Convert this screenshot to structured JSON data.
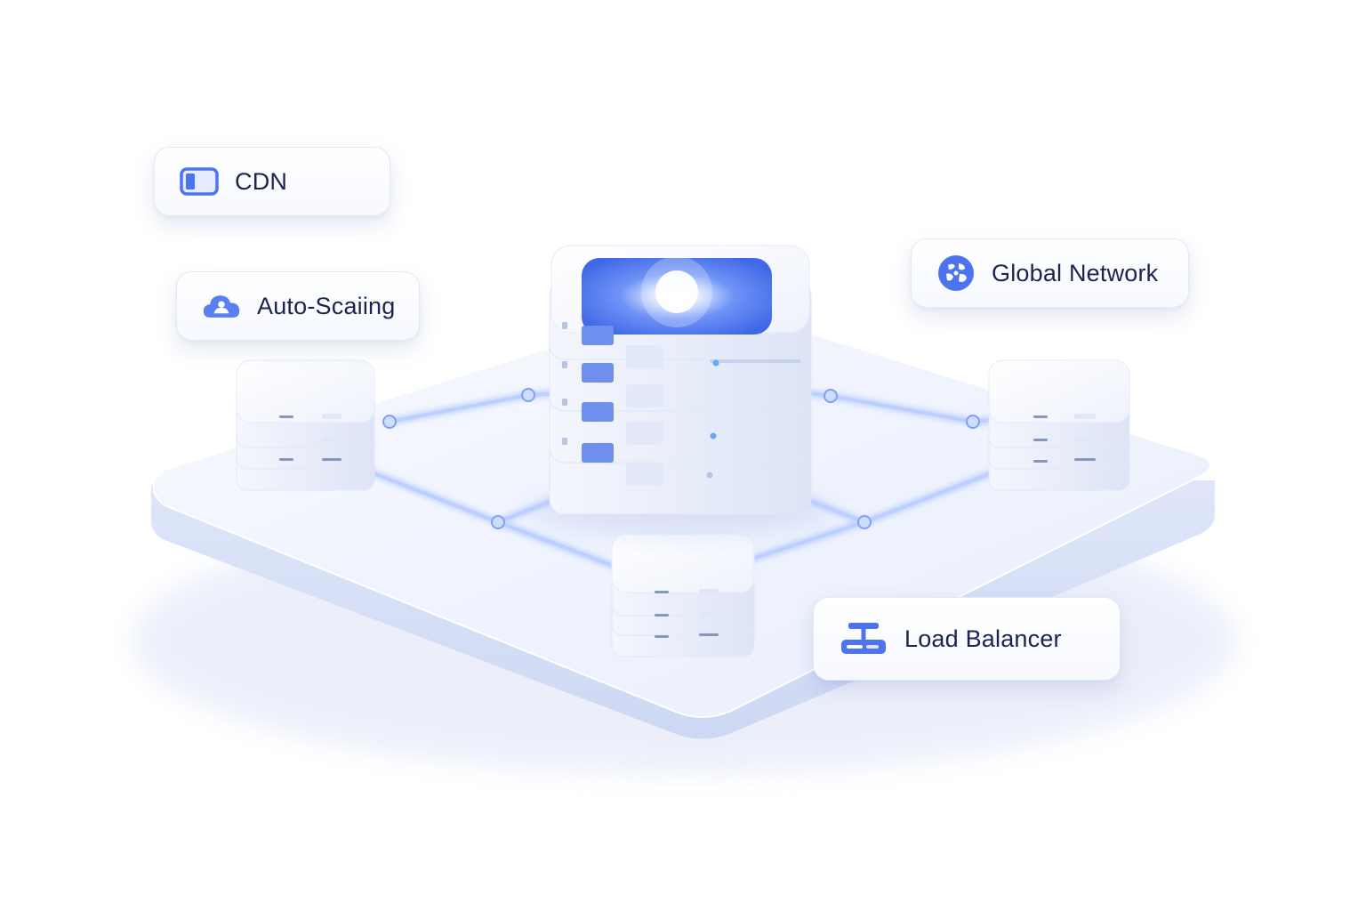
{
  "labels": {
    "cdn": {
      "text": "CDN",
      "icon": "window-icon"
    },
    "auto_scaling": {
      "text": "Auto-Scaiing",
      "icon": "cloud-icon"
    },
    "global_network": {
      "text": "Global Network",
      "icon": "globe-icon"
    },
    "load_balancer": {
      "text": "Load Balancer",
      "icon": "balancer-icon"
    }
  },
  "colors": {
    "accent": "#4d73ee",
    "accent_light": "#8fb0ff",
    "text": "#1b2450",
    "platform": "#eef2fd"
  }
}
